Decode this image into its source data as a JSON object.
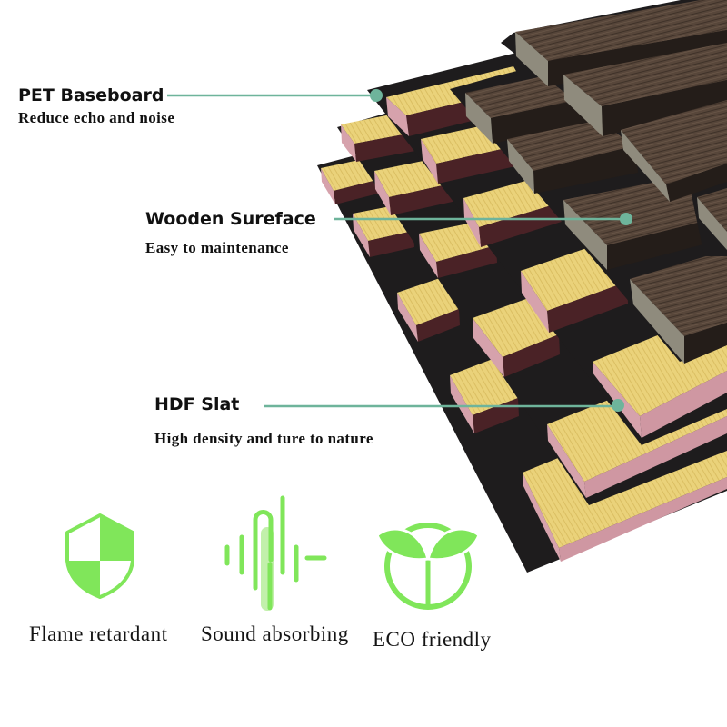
{
  "callouts": [
    {
      "id": "pet-baseboard",
      "title": "PET Baseboard",
      "subtitle": "Reduce echo and noise"
    },
    {
      "id": "wooden-surface",
      "title": "Wooden Sureface",
      "subtitle": "Easy to maintenance"
    },
    {
      "id": "hdf-slat",
      "title": "HDF Slat",
      "subtitle": "High density and ture to nature"
    }
  ],
  "features": [
    {
      "label": "Flame retardant",
      "icon": "shield-icon"
    },
    {
      "label": "Sound absorbing",
      "icon": "sound-wave-icon"
    },
    {
      "label": "ECO friendly",
      "icon": "eco-sprout-icon"
    }
  ],
  "image": {
    "subject_icon": "acoustic-slat-panel-photo"
  },
  "colors": {
    "icon_green": "#80e65a",
    "icon_green_light": "#c2f0ab",
    "leader_line": "#6eb49b",
    "heading_text": "#111111",
    "light_wood": "#ead27a",
    "dark_wood": "#57463a",
    "felt": "#1e1c1d",
    "hdf_core_pink": "#d6a2ac"
  }
}
